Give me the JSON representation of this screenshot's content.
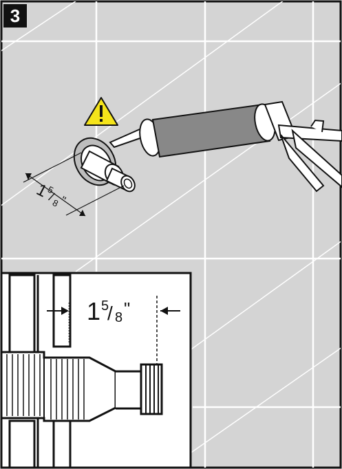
{
  "step": {
    "number": "3"
  },
  "illustration": {
    "warning_icon": "warning-triangle-icon",
    "caulk_gun_icon": "caulk-gun-icon",
    "measurement_top": {
      "whole": "1",
      "numerator": "5",
      "denominator": "8",
      "unit": "\""
    },
    "measurement_detail": {
      "whole": "1",
      "numerator": "5",
      "denominator": "8",
      "unit": "\""
    }
  },
  "colors": {
    "wall": "#d4d4d4",
    "outline": "#111111",
    "warning_yellow": "#f5e41a",
    "tube_gray": "#888888",
    "detail_bg": "#ffffff"
  }
}
